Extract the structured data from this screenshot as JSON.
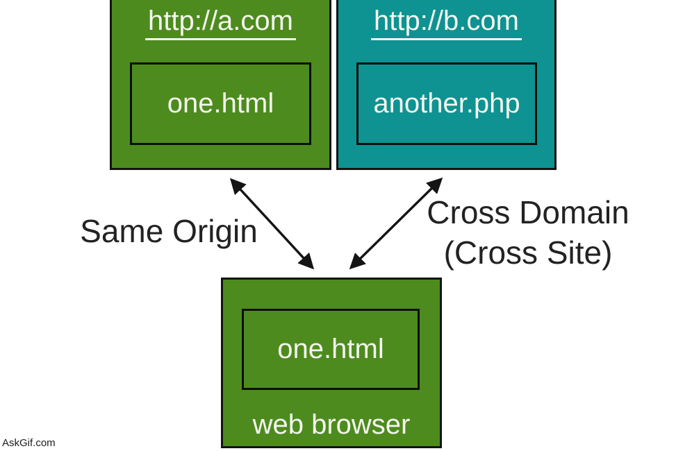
{
  "watermark": "AskGif.com",
  "colors": {
    "green": "#4e8b1e",
    "teal": "#0f9292",
    "border": "#121410",
    "text_light": "#f3f7ef",
    "text_dark": "#222222",
    "background": "#ffffff"
  },
  "nodes": {
    "site_a": {
      "title": "http://a.com",
      "file": "one.html"
    },
    "site_b": {
      "title": "http://b.com",
      "file": "another.php"
    },
    "browser": {
      "file": "one.html",
      "label": "web browser"
    }
  },
  "edges": {
    "same_origin": {
      "label": "Same Origin"
    },
    "cross_domain": {
      "label_line1": "Cross Domain",
      "label_line2": "(Cross Site)"
    }
  }
}
